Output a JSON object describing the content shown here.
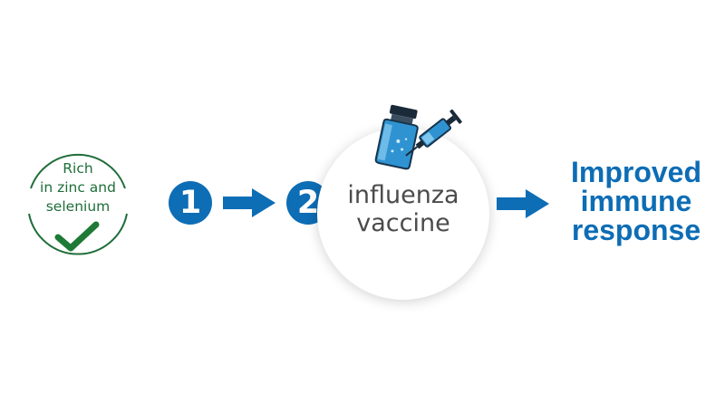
{
  "badge": {
    "lines": [
      "Rich",
      "in zinc and",
      "selenium"
    ]
  },
  "steps": [
    {
      "number": "1"
    },
    {
      "number": "2",
      "label_lines": [
        "influenza",
        "vaccine"
      ]
    }
  ],
  "outcome": {
    "lines": [
      "Improved",
      "immune",
      "response"
    ]
  },
  "colors": {
    "accent_blue": "#0d6db5",
    "badge_green": "#1f6e3a",
    "check_green": "#1e7a36",
    "label_gray": "#4b4b4b"
  },
  "icons": [
    "check-icon",
    "vaccine-vial-icon",
    "syringe-icon",
    "right-arrow-icon"
  ]
}
